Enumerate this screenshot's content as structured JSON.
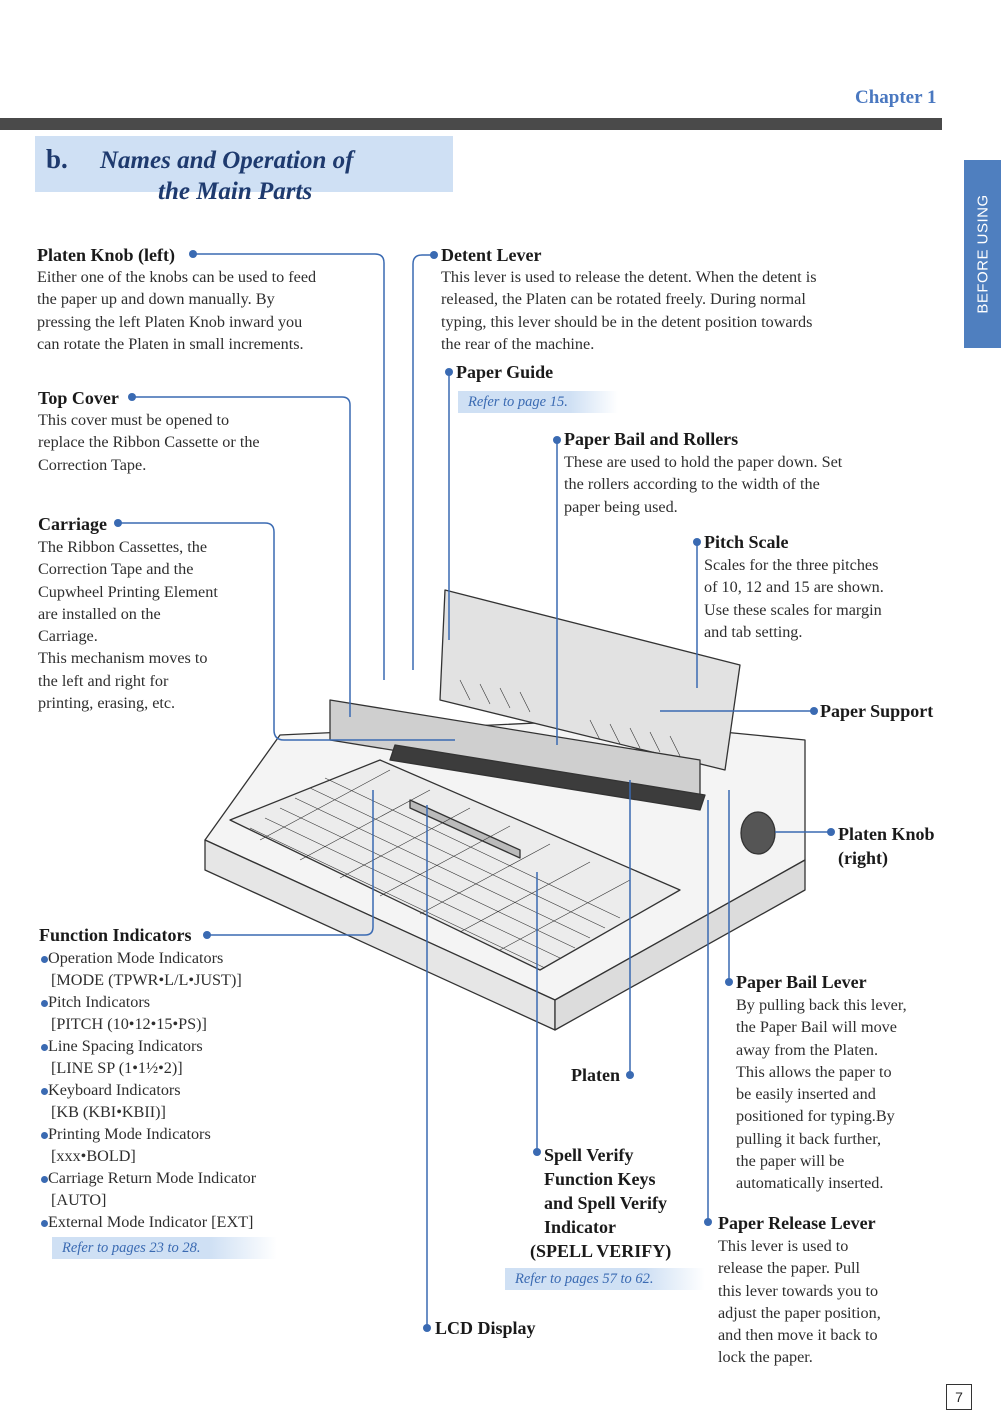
{
  "header": {
    "chapter": "Chapter 1",
    "side_tab": "BEFORE USING",
    "page_number": "7"
  },
  "section": {
    "letter": "b.",
    "title_line1": "Names and Operation of",
    "title_line2": "the Main Parts"
  },
  "parts": {
    "platen_knob_left": {
      "title": "Platen Knob (left)",
      "lines": [
        "Either one of the knobs can be used to feed",
        "the paper up and down manually. By",
        "pressing the left Platen Knob inward you",
        "can rotate the Platen in small increments."
      ]
    },
    "top_cover": {
      "title": "Top Cover",
      "lines": [
        "This cover must be opened to",
        "replace the Ribbon Cassette or the",
        "Correction Tape."
      ]
    },
    "carriage": {
      "title": "Carriage",
      "lines": [
        "The Ribbon Cassettes, the",
        "Correction Tape and the",
        "Cupwheel Printing Element",
        "are installed on the",
        "Carriage.",
        "This mechanism moves to",
        "the left and right for",
        "printing, erasing, etc."
      ]
    },
    "detent_lever": {
      "title": "Detent Lever",
      "lines": [
        "This lever is used to release the detent. When the detent is",
        "released, the Platen can be rotated freely. During normal",
        "typing, this lever should be in the detent position towards",
        "the rear of the machine."
      ]
    },
    "paper_guide": {
      "title": "Paper Guide",
      "ref": "Refer to page 15."
    },
    "paper_bail": {
      "title": "Paper Bail and Rollers",
      "lines": [
        "These are used to hold the paper down. Set",
        "the rollers according to the width of the",
        "paper being used."
      ]
    },
    "pitch_scale": {
      "title": "Pitch Scale",
      "lines": [
        "Scales for the three pitches",
        "of 10, 12 and 15 are shown.",
        "Use these scales for margin",
        "and tab setting."
      ]
    },
    "paper_support": {
      "title": "Paper Support"
    },
    "platen_knob_right": {
      "title_line1": "Platen Knob",
      "title_line2": "(right)"
    },
    "function_indicators": {
      "title": "Function Indicators",
      "items": [
        "Operation Mode Indicators",
        "[MODE (TPWR•L/L•JUST)]",
        "Pitch Indicators",
        "[PITCH (10•12•15•PS)]",
        "Line Spacing Indicators",
        "[LINE SP (1•1½•2)]",
        "Keyboard Indicators",
        "[KB (KBI•KBII)]",
        "Printing Mode Indicators",
        "[xxx•BOLD]",
        "Carriage Return Mode Indicator",
        "[AUTO]",
        "External Mode Indicator [EXT]"
      ],
      "ref": "Refer to pages 23 to 28."
    },
    "platen": {
      "title": "Platen"
    },
    "spell_verify": {
      "lines": [
        "Spell Verify",
        "Function Keys",
        "and Spell Verify",
        "Indicator",
        "(SPELL VERIFY)"
      ],
      "ref": "Refer to pages 57 to 62."
    },
    "lcd_display": {
      "title": "LCD Display"
    },
    "paper_bail_lever": {
      "title": "Paper Bail Lever",
      "lines": [
        "By pulling back this lever,",
        "the Paper Bail will move",
        "away from the Platen.",
        "This allows the paper to",
        "be easily inserted and",
        "positioned for typing.By",
        "pulling it back further,",
        "the paper will be",
        "automatically inserted."
      ]
    },
    "paper_release_lever": {
      "title": "Paper Release Lever",
      "lines": [
        "This lever is used to",
        "release the paper. Pull",
        "this lever towards you to",
        "adjust the paper position,",
        "and then move it back to",
        "lock the paper."
      ]
    }
  },
  "colors": {
    "accent": "#3a6ab2",
    "box": "#cfe0f4",
    "rule": "#4a4a4a"
  }
}
